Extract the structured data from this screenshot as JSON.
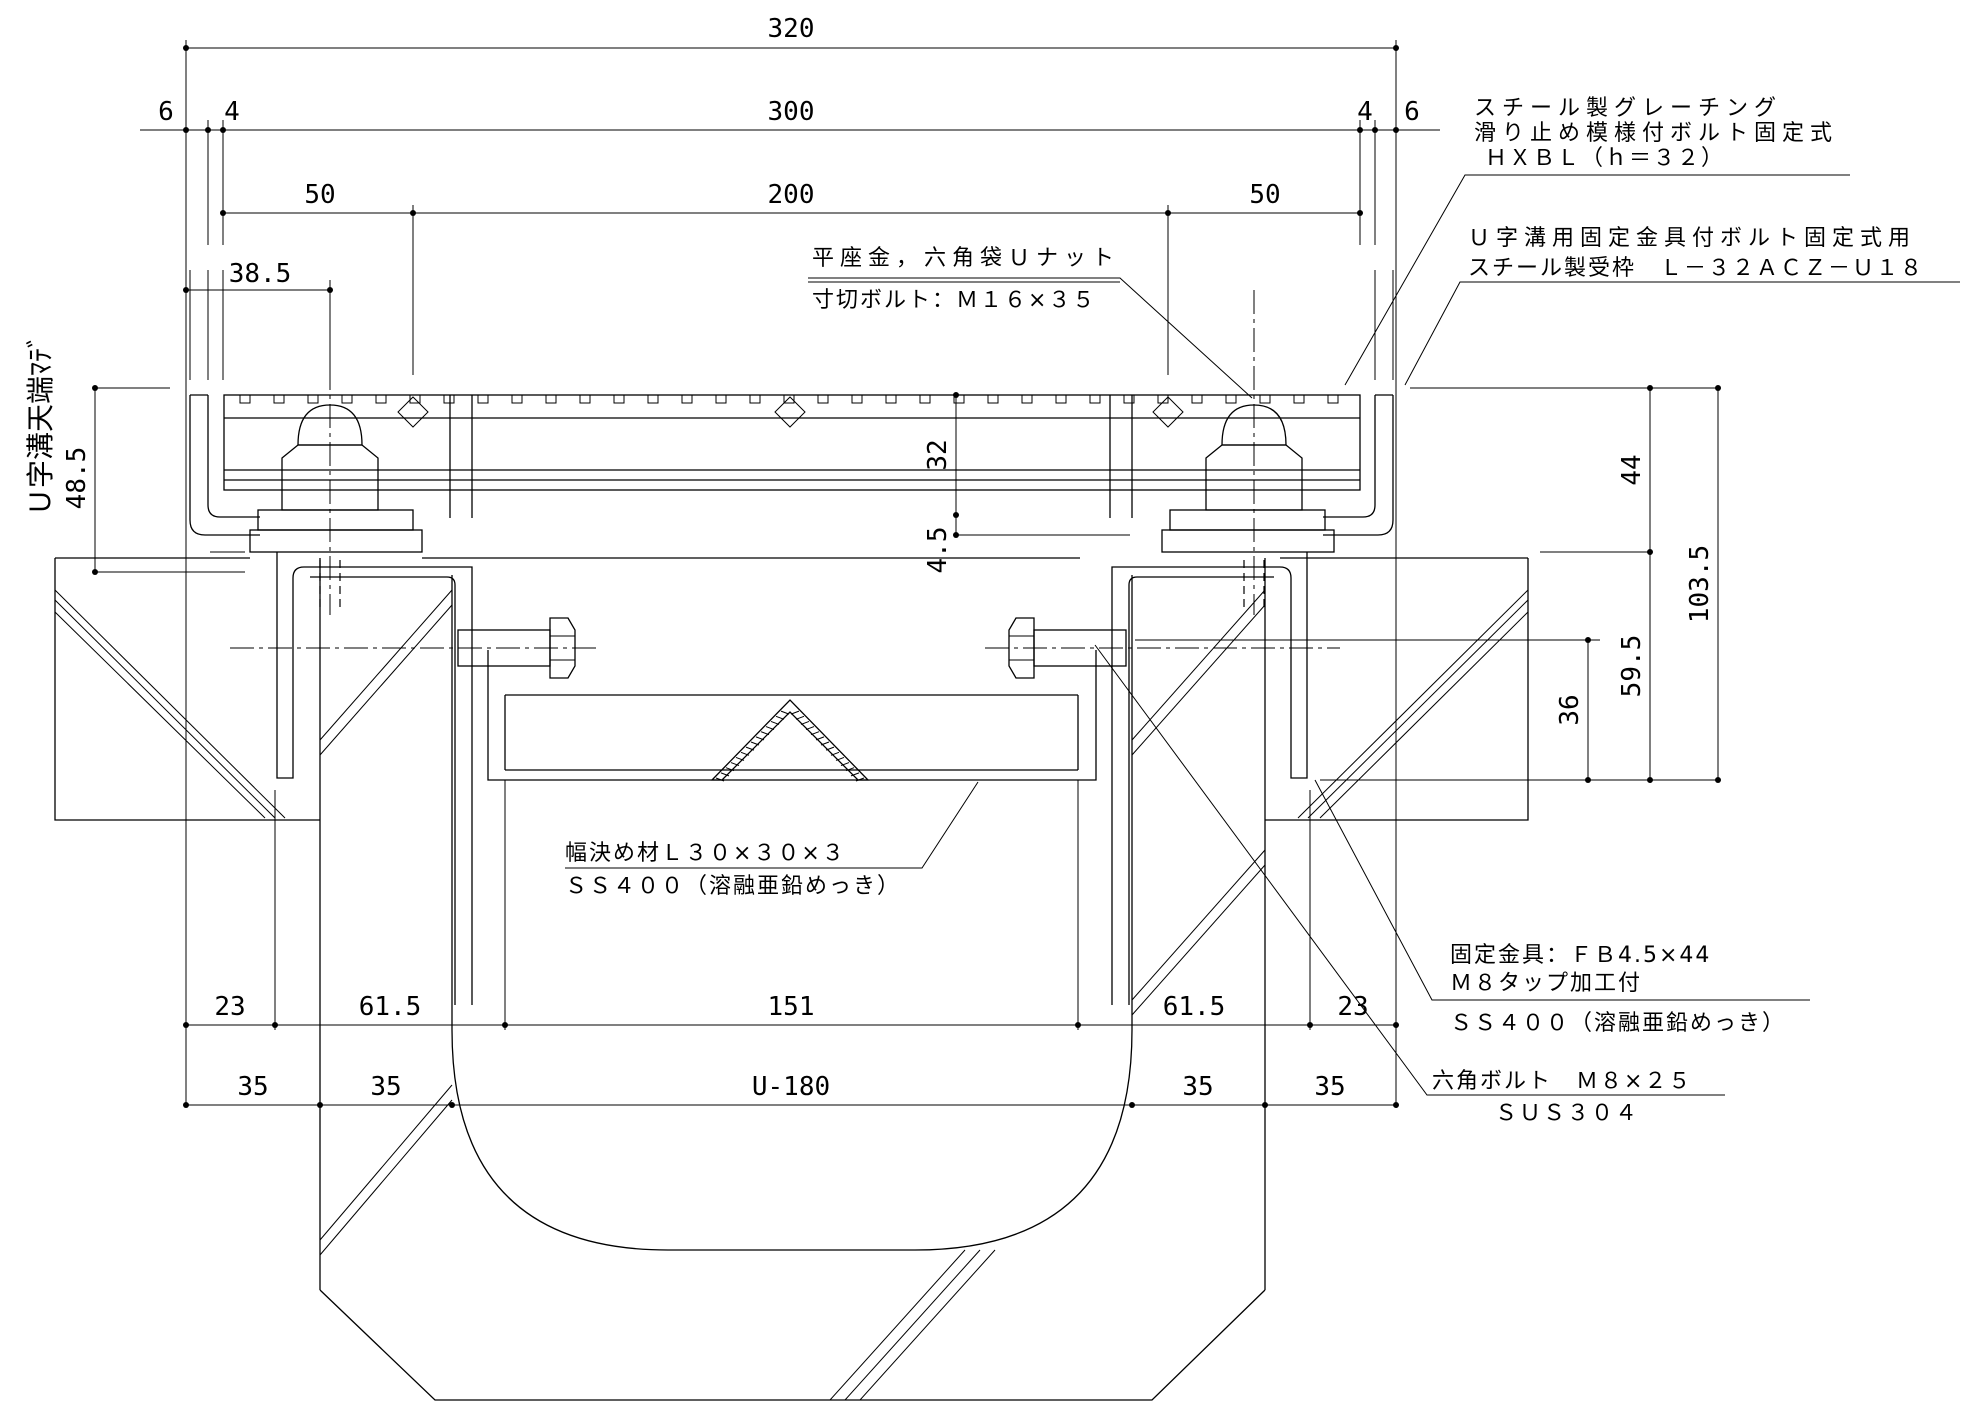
{
  "dimensions": {
    "overall_320": "320",
    "edge_6_left": "6",
    "edge_4_left": "4",
    "width_300": "300",
    "edge_4_right": "4",
    "edge_6_right": "6",
    "left_50": "50",
    "mid_200": "200",
    "right_50": "50",
    "bolt_38_5": "38.5",
    "grating_32": "32",
    "gap_4_5": "4.5",
    "depth_48_5": "48.5",
    "frame_44": "44",
    "total_103_5": "103.5",
    "bracket_59_5": "59.5",
    "bolt_36": "36",
    "bot_23_left": "23",
    "bot_61_5_left": "61.5",
    "bot_151": "151",
    "bot_61_5_right": "61.5",
    "bot_23_right": "23",
    "bot_35_a": "35",
    "bot_35_b": "35",
    "u_180": "U-180",
    "bot_35_c": "35",
    "bot_35_d": "35"
  },
  "notes": {
    "grating_line1": "スチール製グレーチング",
    "grating_line2": "滑り止め模様付ボルト固定式",
    "grating_line3": "ＨＸＢＬ（ｈ＝３２）",
    "frame_line1": "Ｕ字溝用固定金具付ボルト固定式用",
    "frame_line2": "スチール製受枠　Ｌ－３２ＡＣＺ－Ｕ１８",
    "washer_line1": "平座金，六角袋Ｕナット",
    "washer_line2": "寸切ボルト：Ｍ１６×３５",
    "spacer_line1": "幅決め材Ｌ３０×３０×３",
    "spacer_line2": "ＳＳ４００（溶融亜鉛めっき）",
    "bracket_line1": "固定金具：ＦＢ4.5×44",
    "bracket_line2": "Ｍ８タップ加工付",
    "bracket_line3": "ＳＳ４００（溶融亜鉛めっき）",
    "hexbolt_line1": "六角ボルト　Ｍ８×２５",
    "hexbolt_line2": "ＳＵＳ３０４",
    "side_label": "Ｕ字溝天端ﾏﾃﾞ"
  }
}
